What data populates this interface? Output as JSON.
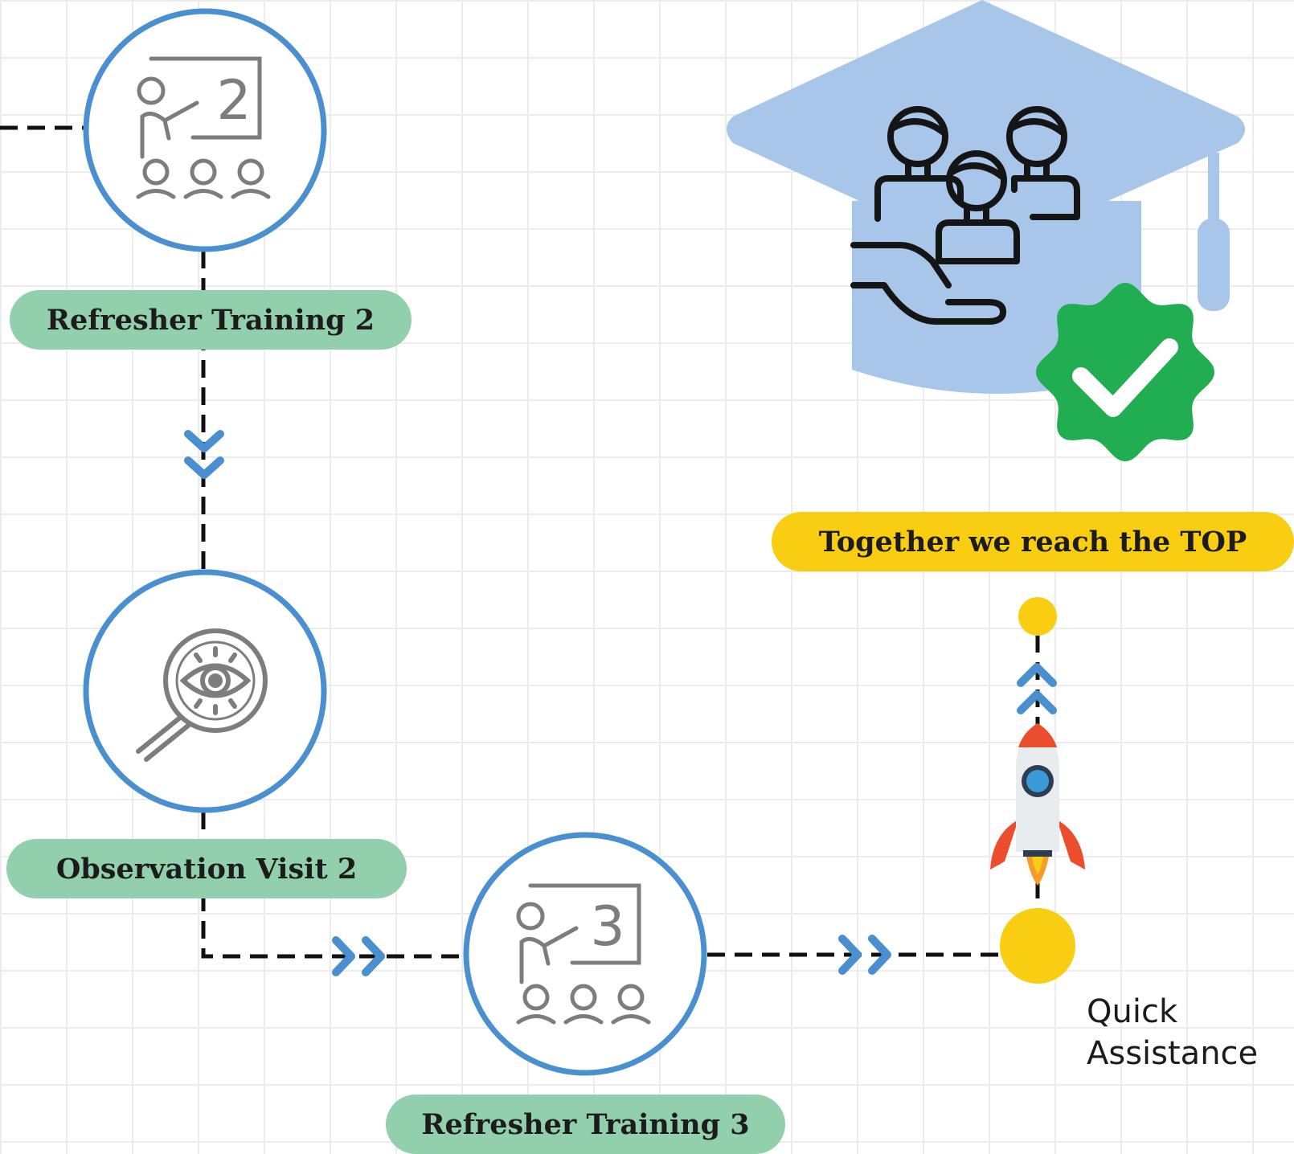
{
  "steps": {
    "refresher_2": {
      "label": "Refresher Training 2",
      "number": "2"
    },
    "observation_2": {
      "label": "Observation Visit 2"
    },
    "refresher_3": {
      "label": "Refresher Training 3",
      "number": "3"
    }
  },
  "goal": {
    "label": "Together we reach the TOP"
  },
  "quick_assistance": {
    "line1": "Quick",
    "line2": "Assistance"
  },
  "colors": {
    "circle_border": "#4a8fd0",
    "pill_green": "#92cfad",
    "pill_yellow": "#f8cd12",
    "cap_blue": "#a8c6ea",
    "badge_green": "#21ad52",
    "arrow_blue": "#4a8fd0",
    "dot_yellow": "#f8cd12",
    "rocket_red": "#ea4e2c",
    "icon_gray": "#7d7d7d"
  },
  "icons": [
    "presentation-icon",
    "magnifier-eye-icon",
    "graduation-cap-icon",
    "people-hand-icon",
    "verified-badge-icon",
    "rocket-icon",
    "double-chevron-icon"
  ]
}
